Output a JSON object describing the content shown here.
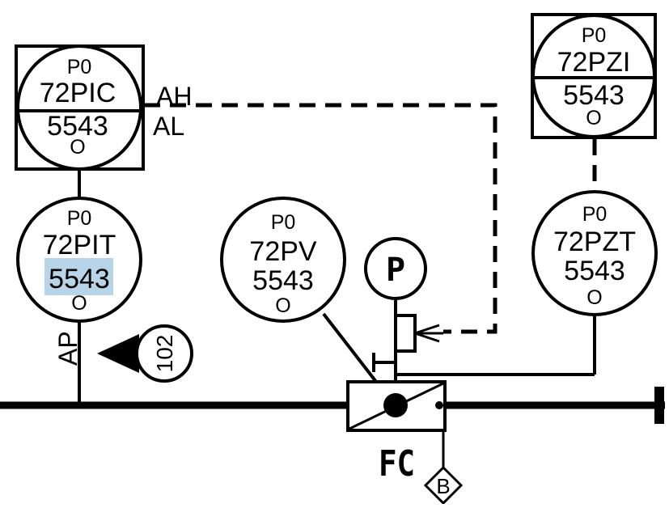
{
  "instruments": {
    "pic": {
      "prefix": "P0",
      "tag": "72PIC",
      "loop": "5543",
      "suffix": "O"
    },
    "pzi": {
      "prefix": "P0",
      "tag": "72PZI",
      "loop": "5543",
      "suffix": "O"
    },
    "pit": {
      "prefix": "P0",
      "tag": "72PIT",
      "loop": "5543",
      "suffix": "O"
    },
    "pv": {
      "prefix": "P0",
      "tag": "72PV",
      "loop": "5543",
      "suffix": "O"
    },
    "pzt": {
      "prefix": "P0",
      "tag": "72PZT",
      "loop": "5543",
      "suffix": "O"
    }
  },
  "alarms": {
    "high": "AH",
    "low": "AL"
  },
  "actuator": {
    "label": "P"
  },
  "line": {
    "label": "AP"
  },
  "flag": {
    "label": "102"
  },
  "valve": {
    "fail_position": "FC"
  },
  "diamond": {
    "label": "B"
  },
  "highlight_color": "#b8d4e8"
}
